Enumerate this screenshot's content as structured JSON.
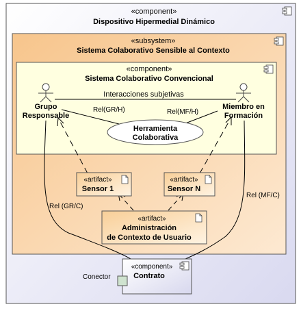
{
  "outer_component": {
    "stereotype": "«component»",
    "name": "Dispositivo Hipermedial Dinámico"
  },
  "subsystem": {
    "stereotype": "«subsystem»",
    "name": "Sistema Colaborativo Sensible al Contexto"
  },
  "inner_component": {
    "stereotype": "«component»",
    "name": "Sistema Colaborativo Convencional"
  },
  "actors": {
    "grupo": {
      "line1": "Grupo",
      "line2": "Responsable"
    },
    "miembro": {
      "line1": "Miembro en",
      "line2": "Formación"
    }
  },
  "interaction_label": "Interacciones subjetivas",
  "use_case": {
    "line1": "Herramienta",
    "line2": "Colaborativa"
  },
  "rel_labels": {
    "rel_gr_h": "Rel(GR/H)",
    "rel_mf_h": "Rel(MF/H)",
    "rel_gr_c": "Rel (GR/C)",
    "rel_mf_c": "Rel (MF/C)"
  },
  "artifacts": {
    "sensor1": {
      "stereotype": "«artifact»",
      "name": "Sensor 1"
    },
    "sensorN": {
      "stereotype": "«artifact»",
      "name": "Sensor N"
    },
    "admin": {
      "stereotype": "«artifact»",
      "line1": "Administración",
      "line2": "de Contexto de Usuario"
    }
  },
  "contrato": {
    "stereotype": "«component»",
    "name": "Contrato"
  },
  "connector_label": "Conector",
  "colors": {
    "outer_fill": "#e8e8f8",
    "subsystem_fill": "#fad9b3",
    "inner_fill": "#ffffe0",
    "artifact_fill": "#fde8c4"
  }
}
